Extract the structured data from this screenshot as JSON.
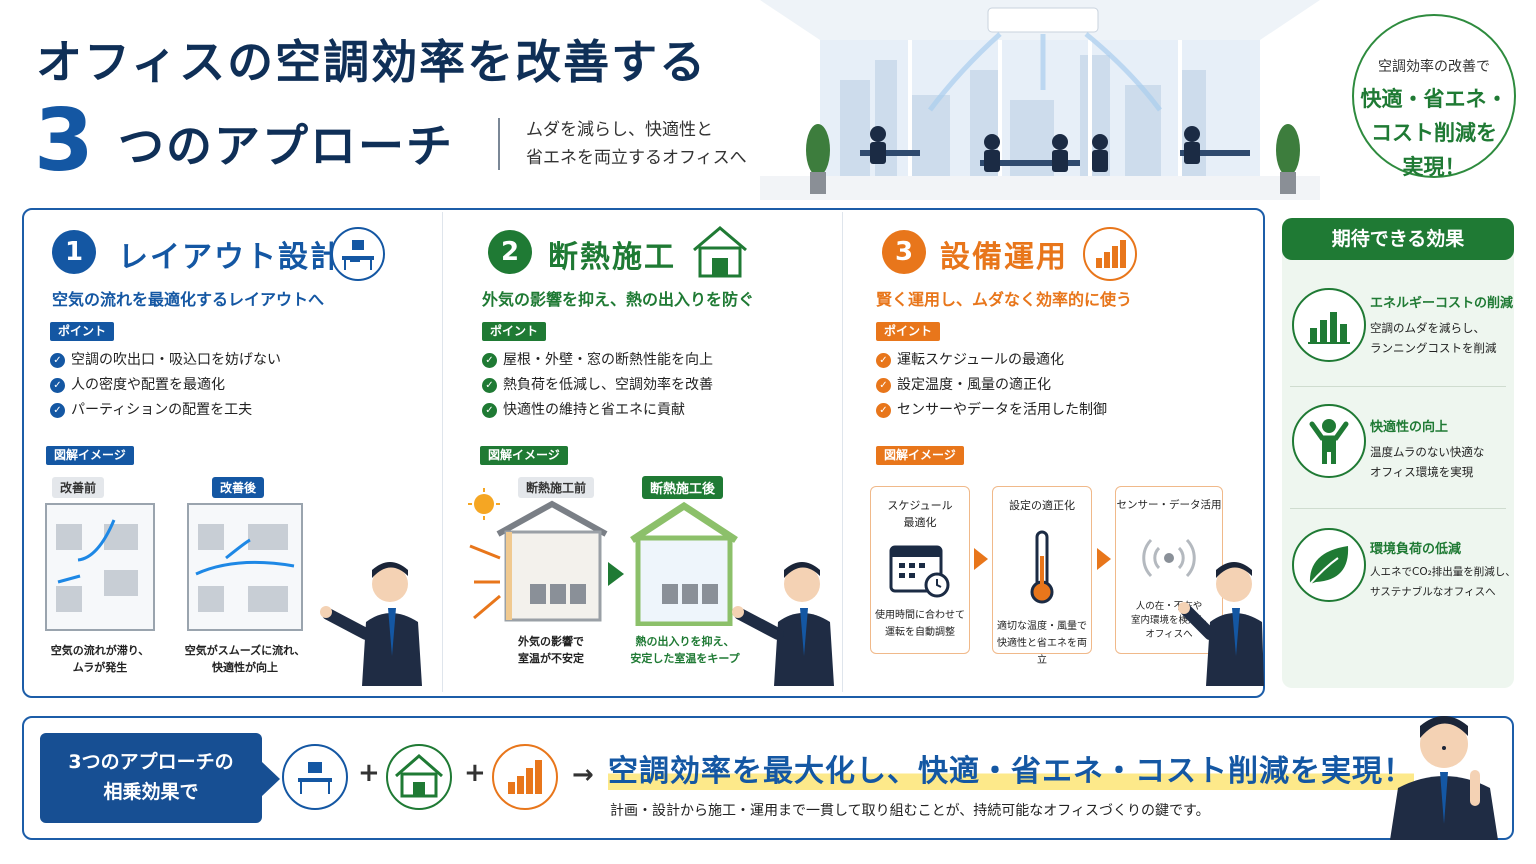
{
  "header": {
    "title_line1": "オフィスの空調効率を改善する",
    "title_num": "3",
    "title_line2": "つのアプローチ",
    "subtitle_line1": "ムダを減らし、快適性と",
    "subtitle_line2": "省エネを両立するオフィスへ"
  },
  "badge": {
    "small": "空調効率の改善で",
    "line1": "快適・省エネ・",
    "line2": "コスト削減を",
    "line3": "実現！"
  },
  "sections": [
    {
      "num": "1",
      "title": "レイアウト設計",
      "subtitle": "空気の流れを最適化するレイアウトへ",
      "point_tag": "ポイント",
      "points": [
        "空調の吹出口・吸込口を妨げない",
        "人の密度や配置を最適化",
        "パーティションの配置を工夫"
      ],
      "diagram_tag": "図解イメージ",
      "before_label": "改善前",
      "after_label": "改善後",
      "before_caption_1": "空気の流れが滞り、",
      "before_caption_2": "ムラが発生",
      "after_caption_1": "空気がスムーズに流れ、",
      "after_caption_2": "快適性が向上",
      "color": "#1457a3"
    },
    {
      "num": "2",
      "title": "断熱施工",
      "subtitle": "外気の影響を抑え、熱の出入りを防ぐ",
      "point_tag": "ポイント",
      "points": [
        "屋根・外壁・窓の断熱性能を向上",
        "熱負荷を低減し、空調効率を改善",
        "快適性の維持と省エネに貢献"
      ],
      "diagram_tag": "図解イメージ",
      "before_label": "断熱施工前",
      "after_label": "断熱施工後",
      "before_caption_1": "外気の影響で",
      "before_caption_2": "室温が不安定",
      "after_caption_1": "熱の出入りを抑え、",
      "after_caption_2": "安定した室温をキープ",
      "color": "#1f7a34"
    },
    {
      "num": "3",
      "title": "設備運用",
      "subtitle": "賢く運用し、ムダなく効率的に使う",
      "point_tag": "ポイント",
      "points": [
        "運転スケジュールの最適化",
        "設定温度・風量の適正化",
        "センサーやデータを活用した制御"
      ],
      "diagram_tag": "図解イメージ",
      "cards": [
        {
          "title_1": "スケジュール",
          "title_2": "最適化",
          "desc_1": "使用時間に合わせて",
          "desc_2": "運転を自動調整",
          "desc_3": ""
        },
        {
          "title_1": "設定の適正化",
          "title_2": "",
          "desc_1": "適切な温度・風量で",
          "desc_2": "快適性と省エネを両立",
          "desc_3": ""
        },
        {
          "title_1": "センサー・データ活用",
          "title_2": "",
          "desc_1": "人の在・不在や",
          "desc_2": "室内環境を検知し",
          "desc_3": "オフィスへ"
        }
      ],
      "color": "#e8761b"
    }
  ],
  "effects": {
    "heading": "期待できる効果",
    "items": [
      {
        "title": "エネルギーコストの削減",
        "desc_1": "空調のムダを減らし、",
        "desc_2": "ランニングコストを削減",
        "icon": "bar-chart-icon"
      },
      {
        "title": "快適性の向上",
        "desc_1": "温度ムラのない快適な",
        "desc_2": "オフィス環境を実現",
        "icon": "person-cheer-icon"
      },
      {
        "title": "環境負荷の低減",
        "desc_1": "人エネでCO₂排出量を削減し、",
        "desc_2": "サステナブルなオフィスへ",
        "icon": "leaf-icon"
      }
    ]
  },
  "bottom": {
    "synergy_line1": "3つのアプローチの",
    "synergy_line2": "相乗効果で",
    "plus": "+",
    "arrow": "→",
    "headline": "空調効率を最大化し、快適・省エネ・コスト削減を実現！",
    "tagline": "計画・設計から施工・運用まで一貫して取り組むことが、持続可能なオフィスづくりの鍵です。"
  },
  "colors": {
    "navy": "#0f2f57",
    "blue": "#1457a3",
    "green": "#1f7a34",
    "orange": "#e8761b"
  }
}
